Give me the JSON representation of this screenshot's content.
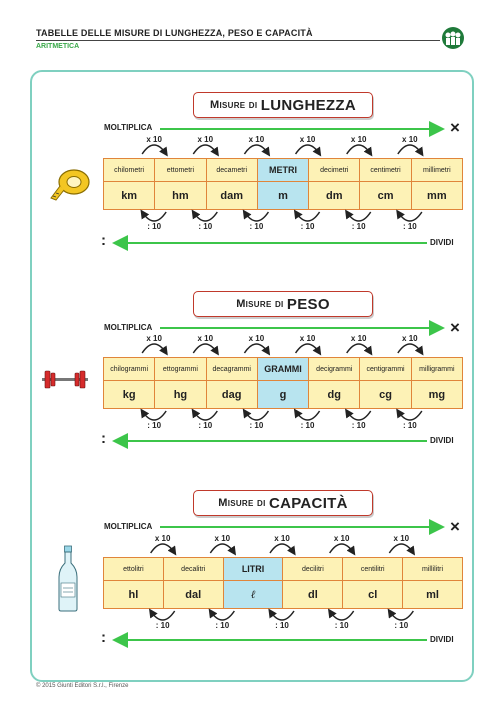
{
  "header": {
    "title": "TABELLE DELLE MISURE DI LUNGHEZZA, PESO E CAPACITÀ",
    "subject": "ARITMETICA"
  },
  "footer": "© 2015 Giunti Editori S.r.l., Firenze",
  "labels": {
    "moltiplica": "MOLTIPLICA",
    "dividi": "DIVIDI",
    "times_sign": "×",
    "divide_sign": ":",
    "mul_step": "x 10",
    "div_step": ": 10"
  },
  "colors": {
    "accent_red": "#c0392b",
    "arrow_green": "#3cc54a",
    "table_fill": "#fdf2b6",
    "table_border": "#e0853a",
    "highlight_cell": "#b8e4ef",
    "frame": "#7fd0c0"
  },
  "sections": [
    {
      "id": "lunghezza",
      "icon": "tape-measure-icon",
      "title_prefix": "Misure di",
      "title_main": "LUNGHEZZA",
      "units": [
        {
          "name": "chilometri",
          "abbr": "km"
        },
        {
          "name": "ettometri",
          "abbr": "hm"
        },
        {
          "name": "decametri",
          "abbr": "dam"
        },
        {
          "name": "METRI",
          "abbr": "m",
          "base": true
        },
        {
          "name": "decimetri",
          "abbr": "dm"
        },
        {
          "name": "centimetri",
          "abbr": "cm"
        },
        {
          "name": "millimetri",
          "abbr": "mm"
        }
      ]
    },
    {
      "id": "peso",
      "icon": "barbell-icon",
      "title_prefix": "Misure di",
      "title_main": "PESO",
      "units": [
        {
          "name": "chilogrammi",
          "abbr": "kg"
        },
        {
          "name": "ettogrammi",
          "abbr": "hg"
        },
        {
          "name": "decagrammi",
          "abbr": "dag"
        },
        {
          "name": "GRAMMI",
          "abbr": "g",
          "base": true
        },
        {
          "name": "decigrammi",
          "abbr": "dg"
        },
        {
          "name": "centigrammi",
          "abbr": "cg"
        },
        {
          "name": "milligrammi",
          "abbr": "mg"
        }
      ]
    },
    {
      "id": "capacita",
      "icon": "bottle-icon",
      "title_prefix": "Misure di",
      "title_main": "CAPACITÀ",
      "units": [
        {
          "name": "ettolitri",
          "abbr": "hl"
        },
        {
          "name": "decalitri",
          "abbr": "dal"
        },
        {
          "name": "LITRI",
          "abbr": "ℓ",
          "base": true
        },
        {
          "name": "decilitri",
          "abbr": "dl"
        },
        {
          "name": "centilitri",
          "abbr": "cl"
        },
        {
          "name": "millilitri",
          "abbr": "ml"
        }
      ]
    }
  ]
}
